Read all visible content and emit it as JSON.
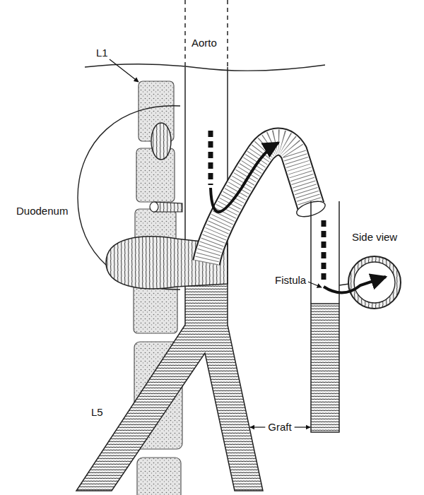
{
  "diagram": {
    "labels": [
      "Aorto",
      "L1",
      "Duodenum",
      "L5",
      "Side view",
      "Fistula",
      "Graft"
    ]
  }
}
